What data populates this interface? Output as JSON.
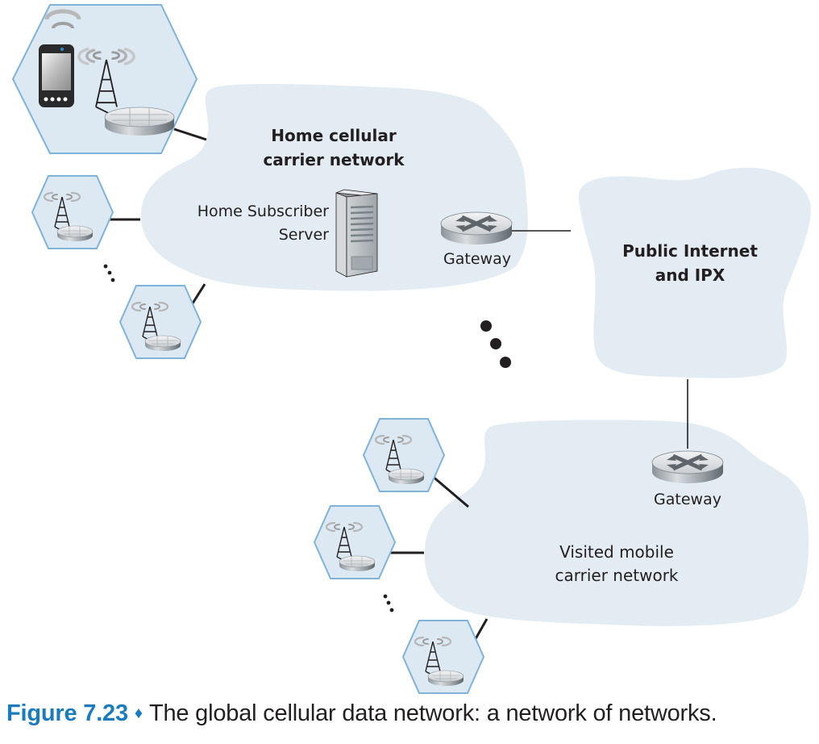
{
  "figure": {
    "number_label": "Figure 7.23",
    "separator": "♦",
    "caption": "The global cellular data network: a network of networks."
  },
  "colors": {
    "cloud_fill": "#e2ecf2",
    "hex_fill": "#dce9f3",
    "hex_stroke": "#7fb3d9",
    "link": "#231f20",
    "caption_accent": "#1a7cbf"
  },
  "networks": {
    "home": {
      "title_line1": "Home cellular",
      "title_line2": "carrier network",
      "hss_line1": "Home Subscriber",
      "hss_line2": "Server",
      "gateway_label": "Gateway"
    },
    "internet": {
      "title_line1": "Public Internet",
      "title_line2": "and IPX"
    },
    "visited": {
      "title_line1": "Visited mobile",
      "title_line2": "carrier network",
      "gateway_label": "Gateway"
    }
  },
  "icons": {
    "smartphone": "smartphone-icon",
    "cell_tower": "cell-tower-icon",
    "base_station": "base-station-icon",
    "server": "server-icon",
    "router": "router-icon",
    "ellipsis": "ellipsis-icon"
  }
}
